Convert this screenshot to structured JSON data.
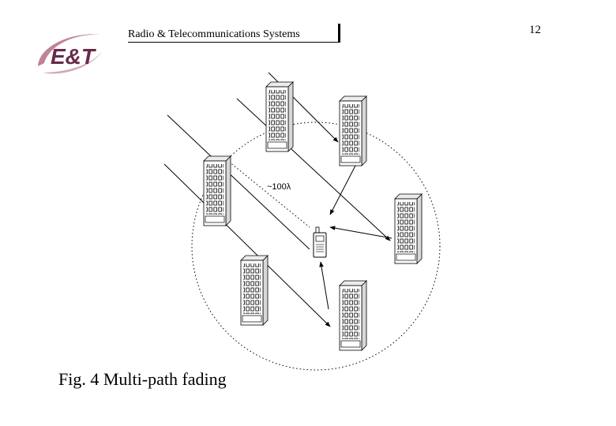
{
  "header": {
    "title": "Radio & Telecommunications Systems",
    "page_number": "12"
  },
  "logo": {
    "text": "E&T",
    "text_color": "#6a2a4a",
    "swoosh_color": "#b46e82"
  },
  "diagram": {
    "distance_label": "~100λ",
    "buildings": [
      "top-center",
      "top-right",
      "left",
      "right",
      "bottom-left",
      "bottom-right"
    ],
    "mobile_station": "mobile-phone-icon"
  },
  "caption": "Fig. 4 Multi-path fading"
}
